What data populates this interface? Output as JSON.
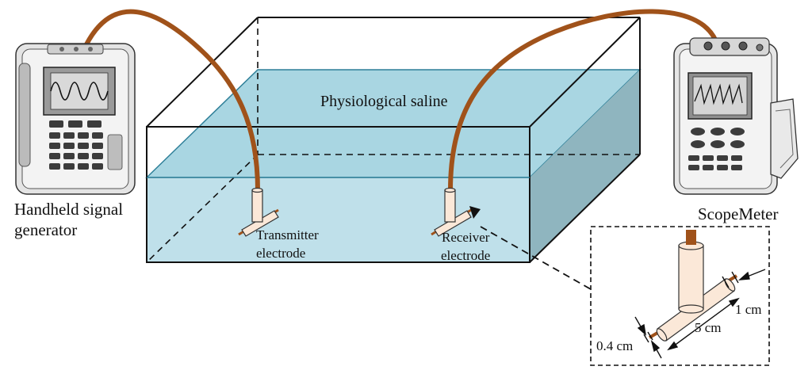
{
  "labels": {
    "saline": "Physiological saline",
    "generator_line1": "Handheld  signal",
    "generator_line2": "generator",
    "scopemeter": "ScopeMeter",
    "transmitter_line1": "Transmitter",
    "transmitter_line2": "electrode",
    "receiver_line1": "Receiver",
    "receiver_line2": "electrode",
    "dim_diameter": "1 cm",
    "dim_length": "5 cm",
    "dim_wire": "0.4 cm"
  },
  "colors": {
    "cable": "#a0521a",
    "saline_front": "#bfe0ea",
    "saline_top": "#a9d6e2",
    "saline_side": "#8fb5bf",
    "electrode_fill": "#fbe8d8",
    "outline": "#111111"
  },
  "icons": {
    "signal_generator": "handheld-signal-generator-device",
    "scopemeter": "handheld-oscilloscope-device"
  }
}
